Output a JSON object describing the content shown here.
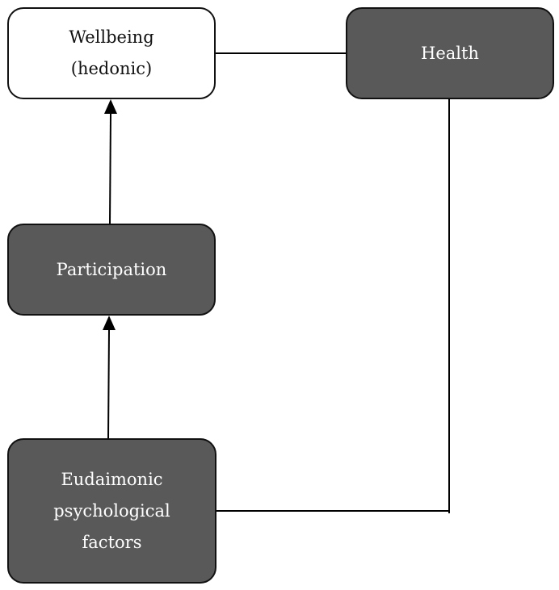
{
  "nodes": {
    "wellbeing": {
      "line1": "Wellbeing",
      "line2": "(hedonic)"
    },
    "health": {
      "label": "Health"
    },
    "participation": {
      "label": "Participation"
    },
    "eudaimonic": {
      "line1": "Eudaimonic",
      "line2": "psychological",
      "line3": "factors"
    }
  },
  "colors": {
    "dark_node_fill": "#595959",
    "light_node_fill": "#ffffff",
    "border": "#111111",
    "dark_node_text": "#ffffff",
    "light_node_text": "#111111",
    "connector": "#000000"
  },
  "connections": [
    {
      "from": "Eudaimonic psychological factors",
      "to": "Participation",
      "arrow": true
    },
    {
      "from": "Participation",
      "to": "Wellbeing (hedonic)",
      "arrow": true
    },
    {
      "from": "Eudaimonic psychological factors",
      "to": "Health",
      "arrow": false
    },
    {
      "from": "Health",
      "to": "Wellbeing (hedonic)",
      "arrow": false
    }
  ]
}
